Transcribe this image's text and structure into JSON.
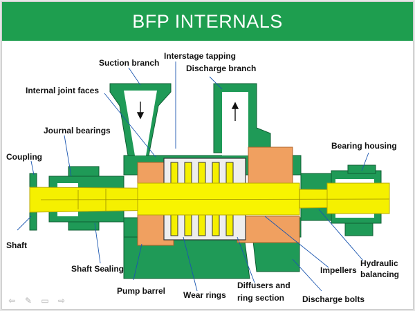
{
  "title": "BFP INTERNALS",
  "labels": {
    "suction_branch": "Suction branch",
    "interstage_tapping": "Interstage tapping",
    "discharge_branch": "Discharge branch",
    "internal_joint_faces": "Internal joint faces",
    "journal_bearings": "Journal bearings",
    "coupling": "Coupling",
    "bearing_housing": "Bearing housing",
    "shaft": "Shaft",
    "shaft_sealing": "Shaft Sealing",
    "pump_barrel": "Pump barrel",
    "wear_rings": "Wear rings",
    "diffusers_line1": "Diffusers and",
    "diffusers_line2": "ring section",
    "impellers": "Impellers",
    "discharge_bolts": "Discharge bolts",
    "hydraulic_line1": "Hydraulic",
    "hydraulic_line2": "balancing"
  },
  "colors": {
    "title_bg": "#1e9e4f",
    "casing": "#1f9a57",
    "shaft": "#f5f000",
    "orange": "#f0a060"
  },
  "nav_icons": [
    "arrow-left-icon",
    "pen-icon",
    "menu-icon",
    "arrow-right-icon"
  ]
}
